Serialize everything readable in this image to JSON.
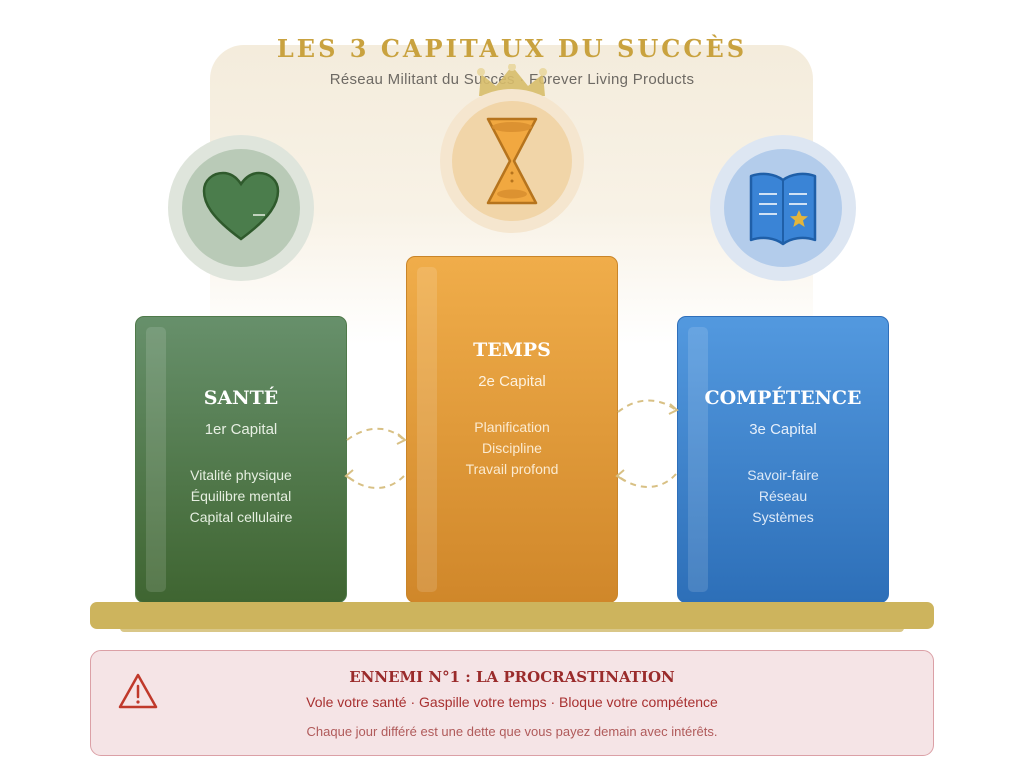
{
  "header": {
    "title": "LES 3 CAPITAUX DU SUCCÈS",
    "subtitle": "Réseau Militant du Succès · Forever Living Products"
  },
  "capitals": [
    {
      "title": "SANTÉ",
      "rank": "1er Capital",
      "items": [
        "Vitalité physique",
        "Équilibre mental",
        "Capital cellulaire"
      ],
      "icon": "heart-icon",
      "color": "#4f7a4a"
    },
    {
      "title": "TEMPS",
      "rank": "2e Capital",
      "items": [
        "Planification",
        "Discipline",
        "Travail profond"
      ],
      "icon": "hourglass-icon",
      "color": "#e39a36"
    },
    {
      "title": "COMPÉTENCE",
      "rank": "3e Capital",
      "items": [
        "Savoir-faire",
        "Réseau",
        "Systèmes"
      ],
      "icon": "book-icon",
      "color": "#3a80cc"
    }
  ],
  "enemy": {
    "title": "ENNEMI N°1 : LA PROCRASTINATION",
    "subtitle": "Vole votre santé · Gaspille votre temps · Bloque votre compétence",
    "note": "Chaque jour différé est une dette que vous payez demain avec intérêts.",
    "icon": "warning-icon"
  },
  "decorations": {
    "crown_icon": "crown-icon",
    "shelf_color": "#cdb45d",
    "accent_gold": "#c9a23f"
  }
}
